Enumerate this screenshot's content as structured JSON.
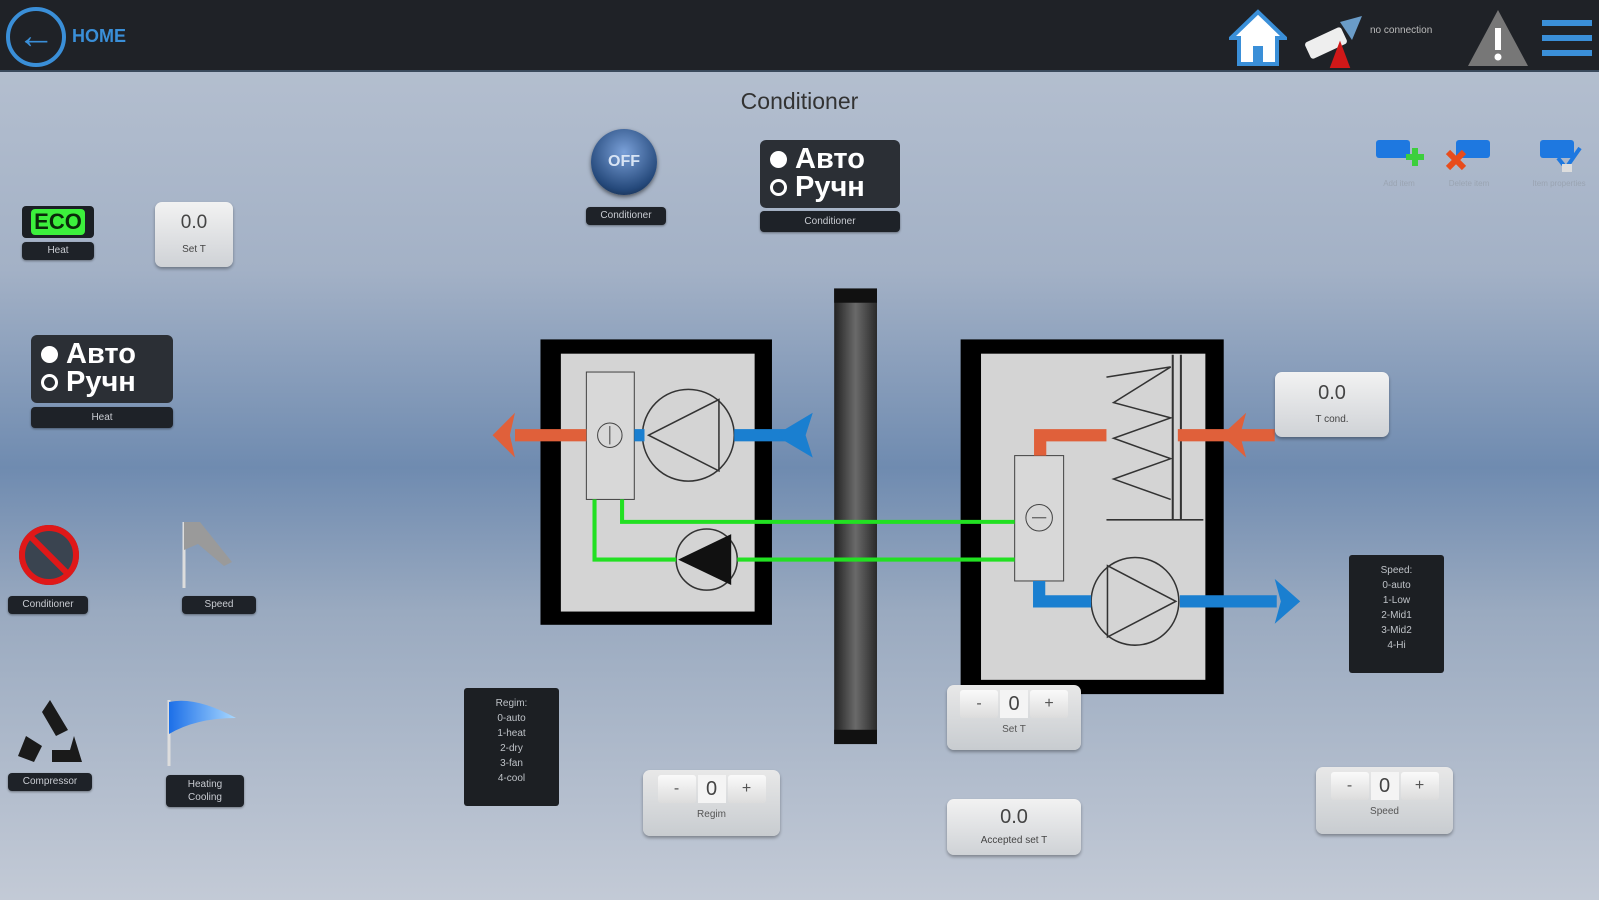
{
  "header": {
    "home_label": "HOME",
    "connection_status": "no connection"
  },
  "page_title": "Conditioner",
  "toolbar": {
    "add_item": "Add item",
    "delete_item": "Delete item",
    "item_properties": "Item properties"
  },
  "off_button": {
    "text": "OFF",
    "label": "Conditioner"
  },
  "mode_switch_conditioner": {
    "auto": "Авто",
    "manual": "Ручн",
    "label": "Conditioner"
  },
  "mode_switch_heat": {
    "auto": "Авто",
    "manual": "Ручн",
    "label": "Heat"
  },
  "eco": {
    "text": "ECO",
    "label": "Heat"
  },
  "set_t_display": {
    "value": "0.0",
    "label": "Set T"
  },
  "indicators": {
    "conditioner": "Conditioner",
    "speed": "Speed",
    "compressor": "Compressor",
    "heating_cooling": "Heating Cooling"
  },
  "regim_legend": "Regim:\n0-auto\n1-heat\n2-dry\n3-fan\n4-cool",
  "speed_legend": "Speed:\n0-auto\n1-Low\n2-Mid1\n3-Mid2\n4-Hi",
  "t_cond": {
    "value": "0.0",
    "label": "T cond."
  },
  "accepted_set_t": {
    "value": "0.0",
    "label": "Accepted set T"
  },
  "steppers": {
    "regim": {
      "minus": "-",
      "value": "0",
      "plus": "+",
      "label": "Regim"
    },
    "set_t": {
      "minus": "-",
      "value": "0",
      "plus": "+",
      "label": "Set T"
    },
    "speed": {
      "minus": "-",
      "value": "0",
      "plus": "+",
      "label": "Speed"
    }
  },
  "colors": {
    "hot": "#e0603a",
    "cold": "#1a7fd0",
    "pipe": "#22e022"
  }
}
